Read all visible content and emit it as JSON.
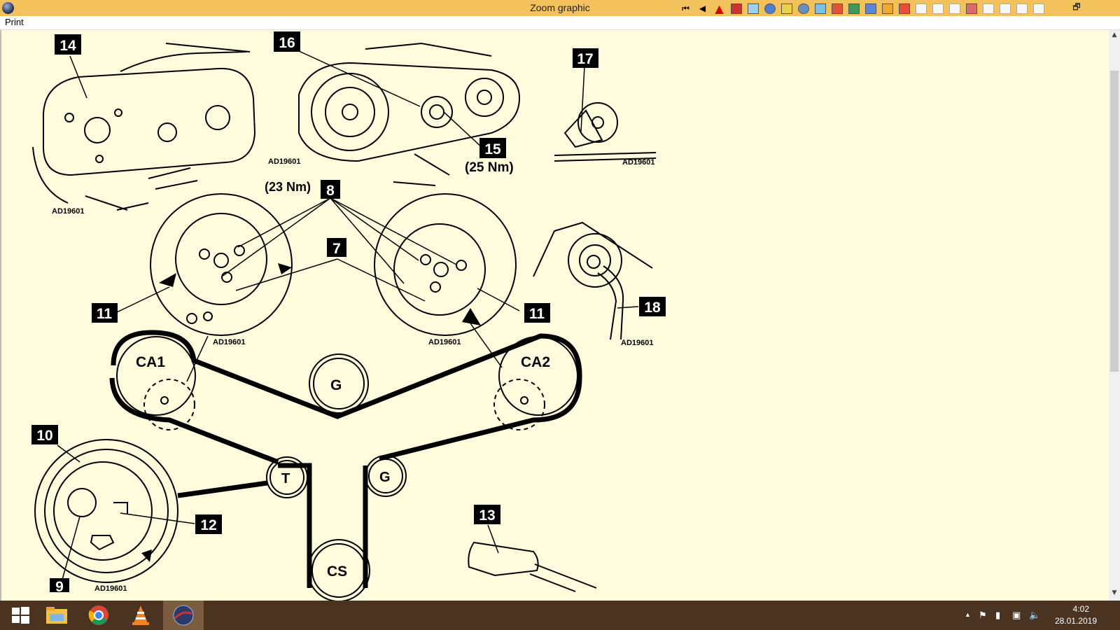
{
  "window": {
    "title": "Zoom graphic",
    "menu": {
      "print_label": "Print"
    },
    "toolbar_icons": [
      "first-page-icon",
      "previous-icon",
      "warning-icon",
      "book-icon",
      "wiring-icon",
      "gear-icon",
      "tools-icon",
      "gauge-icon",
      "diagnostic-icon",
      "car-icon",
      "document-icon",
      "engine-icon",
      "pencil-icon",
      "face-icon",
      "blank-icon",
      "eraser-icon",
      "clean-icon",
      "adjust-icon",
      "lamp-icon",
      "triangle-icon",
      "edit-icon",
      "clipboard-icon"
    ],
    "restore_label": "🗗"
  },
  "diagram": {
    "ref_code": "AD19601",
    "callouts": [
      "14",
      "16",
      "15",
      "17",
      "8",
      "7",
      "11",
      "11",
      "18",
      "10",
      "12",
      "13",
      "9"
    ],
    "torques": {
      "bolt_8": "(23 Nm)",
      "bolt_15": "(25 Nm)"
    },
    "pulleys": {
      "ca1": "CA1",
      "ca2": "CA2",
      "g_top": "G",
      "t": "T",
      "g_bottom": "G",
      "cs": "CS"
    }
  },
  "taskbar": {
    "apps": [
      "start-windows",
      "file-explorer",
      "chrome",
      "vlc",
      "repair-software"
    ],
    "clock_time": "4:02",
    "clock_date": "28.01.2019"
  },
  "colors": {
    "titlebar": "#f3c25c",
    "canvas": "#fefcdd",
    "taskbar": "#4a3320"
  }
}
